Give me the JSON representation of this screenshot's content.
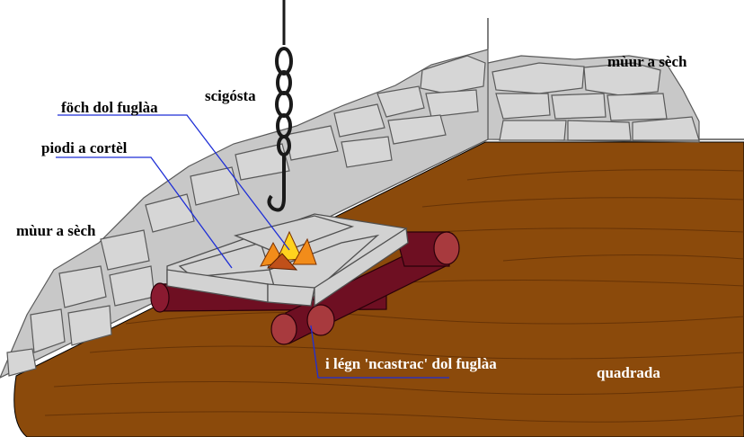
{
  "labels": {
    "wall_right": "mùur a sèch",
    "wall_left": "mùur a sèch",
    "chain": "scigósta",
    "fire": "föch dol fuglàa",
    "stones": "piodi a cortèl",
    "logs": "i légn 'ncastrac' dol fuglàa",
    "floor": "quadrada"
  },
  "colors": {
    "floor": "#8b4a0b",
    "floor_grain": "#5b2c05",
    "wall_stone": "#c8c8c8",
    "stone_outline": "#5a5a5a",
    "log_body": "#6e0f22",
    "log_end": "#a83a3e",
    "chain": "#1a1a1a",
    "fire_orange": "#f28c1a",
    "fire_yellow": "#ffd21e",
    "leader_line": "#1f2fd6",
    "label_text": "#000000",
    "label_text_on_floor": "#ffffff"
  },
  "icons": {
    "chain": "chain-with-hook-icon",
    "fire": "flame-icon"
  }
}
